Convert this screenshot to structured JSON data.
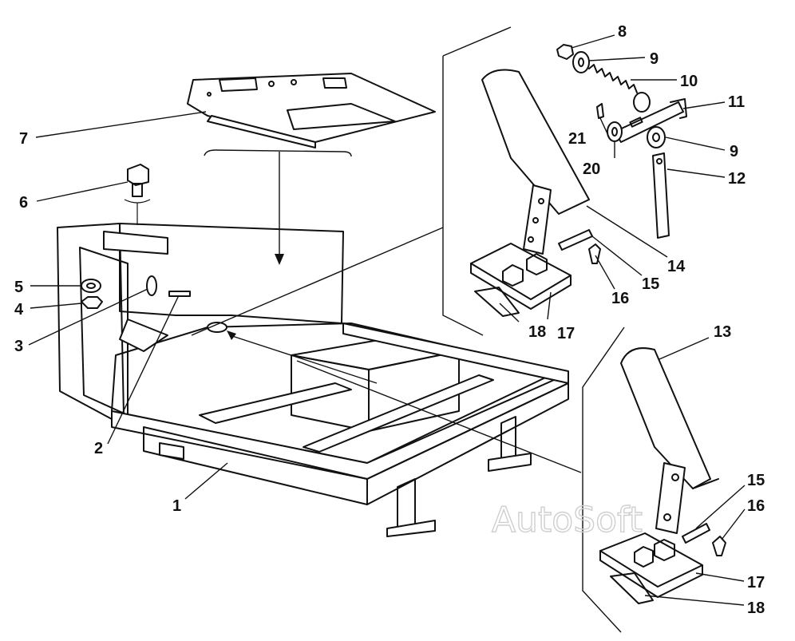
{
  "watermark": "AutoSoft",
  "callouts": [
    {
      "id": "c1",
      "label": "1"
    },
    {
      "id": "c2",
      "label": "2"
    },
    {
      "id": "c3",
      "label": "3"
    },
    {
      "id": "c4",
      "label": "4"
    },
    {
      "id": "c5",
      "label": "5"
    },
    {
      "id": "c6",
      "label": "6"
    },
    {
      "id": "c7",
      "label": "7"
    },
    {
      "id": "c8",
      "label": "8"
    },
    {
      "id": "c9a",
      "label": "9"
    },
    {
      "id": "c9b",
      "label": "9"
    },
    {
      "id": "c10",
      "label": "10"
    },
    {
      "id": "c11",
      "label": "11"
    },
    {
      "id": "c12",
      "label": "12"
    },
    {
      "id": "c13",
      "label": "13"
    },
    {
      "id": "c14",
      "label": "14"
    },
    {
      "id": "c15a",
      "label": "15"
    },
    {
      "id": "c15b",
      "label": "15"
    },
    {
      "id": "c16a",
      "label": "16"
    },
    {
      "id": "c16b",
      "label": "16"
    },
    {
      "id": "c17a",
      "label": "17"
    },
    {
      "id": "c17b",
      "label": "17"
    },
    {
      "id": "c18a",
      "label": "18"
    },
    {
      "id": "c18b",
      "label": "18"
    },
    {
      "id": "c20",
      "label": "20"
    },
    {
      "id": "c21",
      "label": "21"
    }
  ]
}
